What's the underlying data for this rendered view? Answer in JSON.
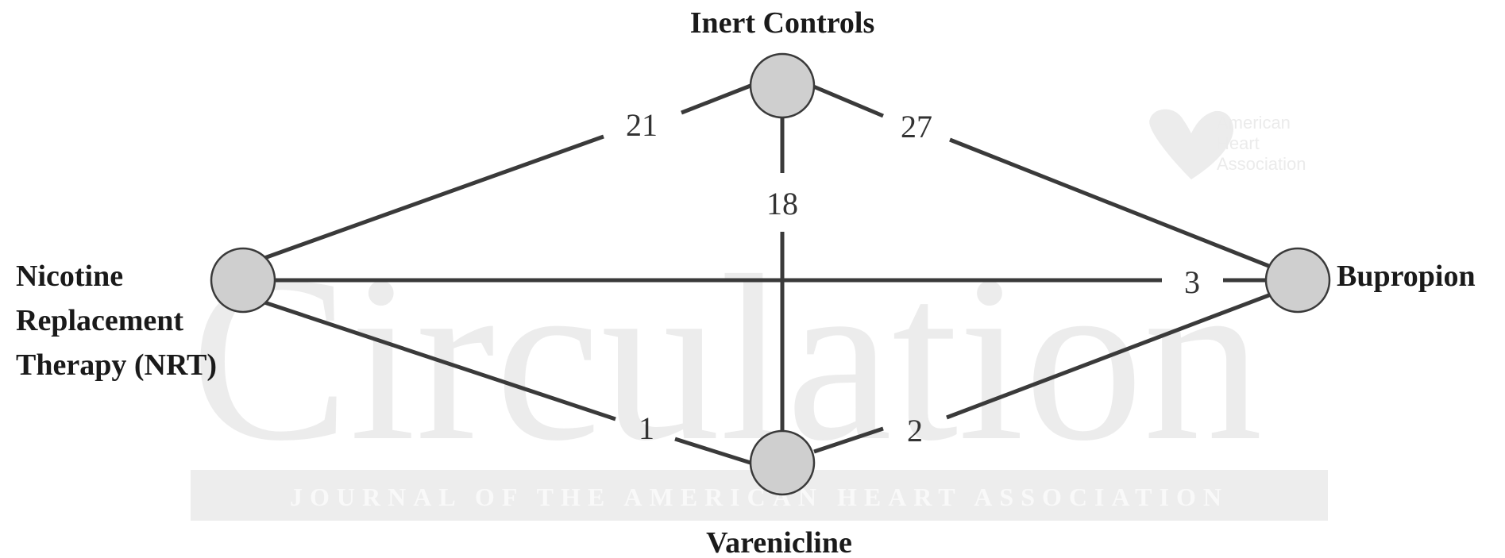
{
  "watermark": {
    "journal_name": "Circulation",
    "tagline": "JOURNAL OF THE AMERICAN HEART ASSOCIATION",
    "logo_lines": [
      "American",
      "Heart",
      "Association"
    ]
  },
  "nodes": {
    "inert": {
      "label_lines": [
        "Inert Controls"
      ]
    },
    "nrt": {
      "label_lines": [
        "Nicotine",
        "Replacement",
        "Therapy (NRT)"
      ]
    },
    "bupropion": {
      "label_lines": [
        "Bupropion"
      ]
    },
    "varenicline": {
      "label_lines": [
        "Varenicline"
      ]
    }
  },
  "edges": {
    "nrt_inert": "21",
    "inert_bupropion": "27",
    "inert_varenicline": "18",
    "nrt_bupropion": "3",
    "nrt_varenicline": "1",
    "varenicline_bupropion": "2"
  },
  "colors": {
    "node_fill": "#cfcfcf",
    "edge_stroke": "#3a3a3a",
    "watermark": "#ececec"
  }
}
